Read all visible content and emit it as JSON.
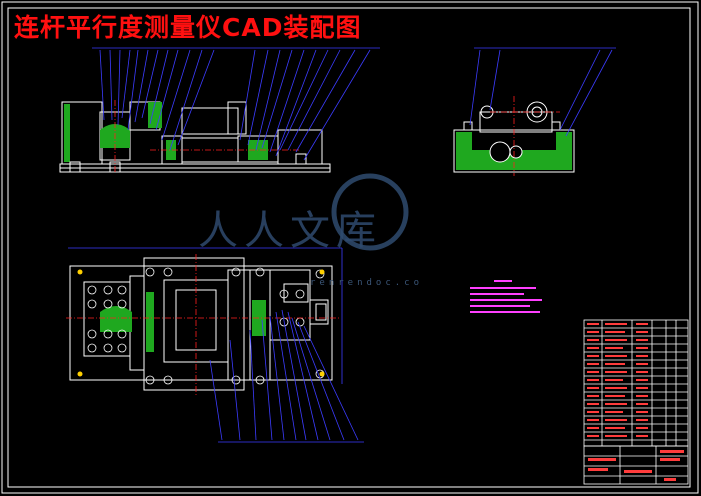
{
  "drawing": {
    "title": "连杆平行度测量仪CAD装配图"
  },
  "watermark": {
    "text": "人人文库",
    "url": "renrendoc.co"
  },
  "colors": {
    "background": "#000000",
    "title": "#ff1010",
    "outline": "#ffffff",
    "leader": "#3c3cff",
    "section": "#1fa81f",
    "center": "#ff2020",
    "hole": "#ffd000",
    "table": "#ff3c3c",
    "notes": "#ff40ff"
  }
}
